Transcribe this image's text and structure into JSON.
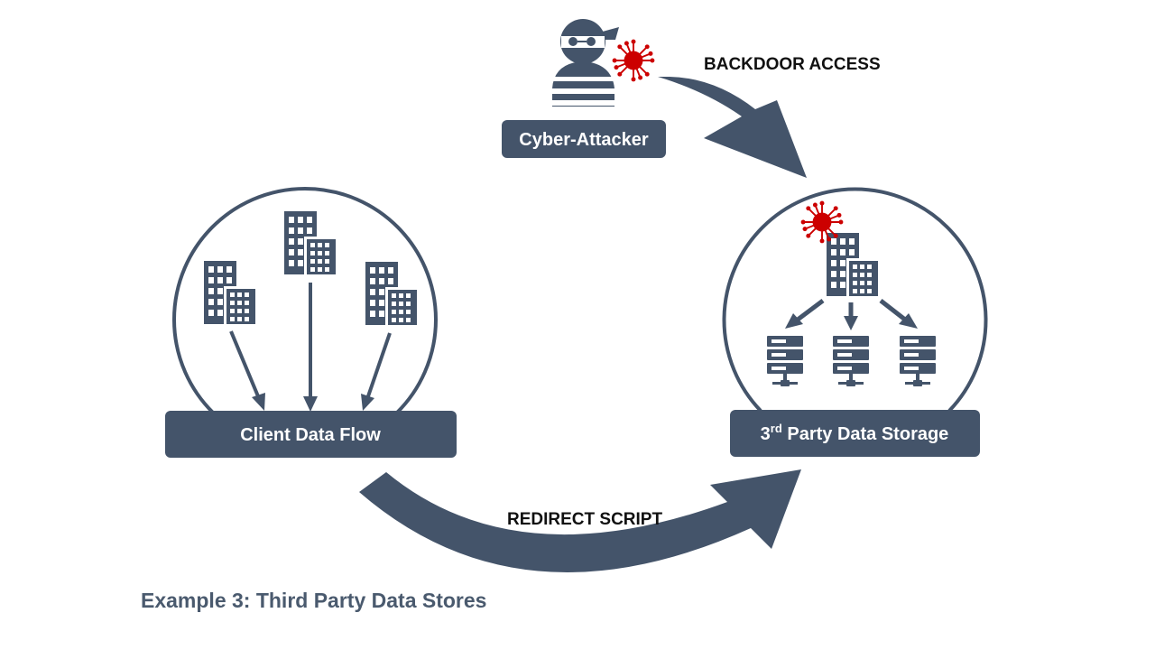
{
  "labels": {
    "attacker": "Cyber-Attacker",
    "client": "Client Data Flow",
    "storage_prefix": "3",
    "storage_sup": "rd",
    "storage_rest": " Party Data Storage",
    "backdoor": "BACKDOOR ACCESS",
    "redirect": "REDIRECT SCRIPT",
    "caption": "Example 3: Third Party Data Stores"
  },
  "colors": {
    "primary": "#44546a",
    "virus": "#cc0000",
    "caption": "#4a5a6e",
    "text": "#111111"
  },
  "icons": {
    "attacker": "hacker-icon",
    "virus": "virus-icon",
    "building": "building-icon",
    "server": "server-icon"
  }
}
